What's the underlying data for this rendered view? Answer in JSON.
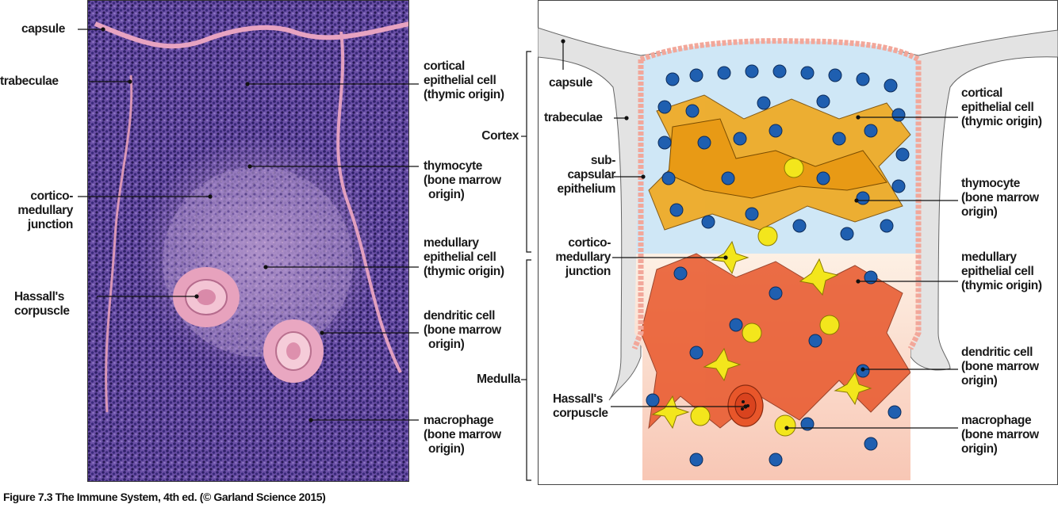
{
  "micrograph": {
    "left_labels": {
      "capsule": [
        "capsule"
      ],
      "trabeculae": [
        "trabeculae"
      ],
      "cortico_medullary": [
        "cortico-",
        "medullary",
        "junction"
      ],
      "hassall": [
        "Hassall's",
        "corpuscle"
      ]
    },
    "right_labels": {
      "cortical_epithelial": [
        "cortical",
        "epithelial cell",
        "(thymic origin)"
      ],
      "thymocyte": [
        "thymocyte",
        "(bone marrow",
        "origin)"
      ],
      "medullary_epithelial": [
        "medullary",
        "epithelial cell",
        "(thymic origin)"
      ],
      "dendritic": [
        "dendritic cell",
        "(bone marrow",
        "origin)"
      ],
      "macrophage": [
        "macrophage",
        "(bone marrow",
        "origin)"
      ]
    }
  },
  "schematic": {
    "region_labels": {
      "cortex": "Cortex",
      "medulla": "Medulla"
    },
    "left_labels": {
      "capsule": [
        "capsule"
      ],
      "trabeculae": [
        "trabeculae"
      ],
      "subcapsular": [
        "sub-",
        "capsular",
        "epithelium"
      ],
      "cortico_medullary": [
        "cortico-",
        "medullary",
        "junction"
      ],
      "hassall": [
        "Hassall's",
        "corpuscle"
      ]
    },
    "right_labels": {
      "cortical_epithelial": [
        "cortical",
        "epithelial cell",
        "(thymic origin)"
      ],
      "thymocyte": [
        "thymocyte",
        "(bone marrow",
        "origin)"
      ],
      "medullary_epithelial": [
        "medullary",
        "epithelial cell",
        "(thymic origin)"
      ],
      "dendritic": [
        "dendritic cell",
        "(bone marrow",
        "origin)"
      ],
      "macrophage": [
        "macrophage",
        "(bone marrow",
        "origin)"
      ]
    }
  },
  "caption": "Figure 7.3 The Immune System, 4th ed. (© Garland Science 2015)",
  "colors": {
    "tissue": "#5a3f96",
    "tissue_light": "#9a7ec0",
    "trabecula_pink": "#e9a4bd",
    "capsule_gray": "#e3e3e3",
    "cortex_bg": "#cfe7f6",
    "medulla_bg": "#fdeedd",
    "thymocyte_blue": "#1f5fb0",
    "cortical_epithelial_orange": "#f0a81d",
    "medullary_epithelial_red": "#e8562a",
    "dendritic_yellow": "#f3e61c",
    "subcapsular_salmon": "#f2a79a",
    "label_text": "#1a1a1a"
  }
}
